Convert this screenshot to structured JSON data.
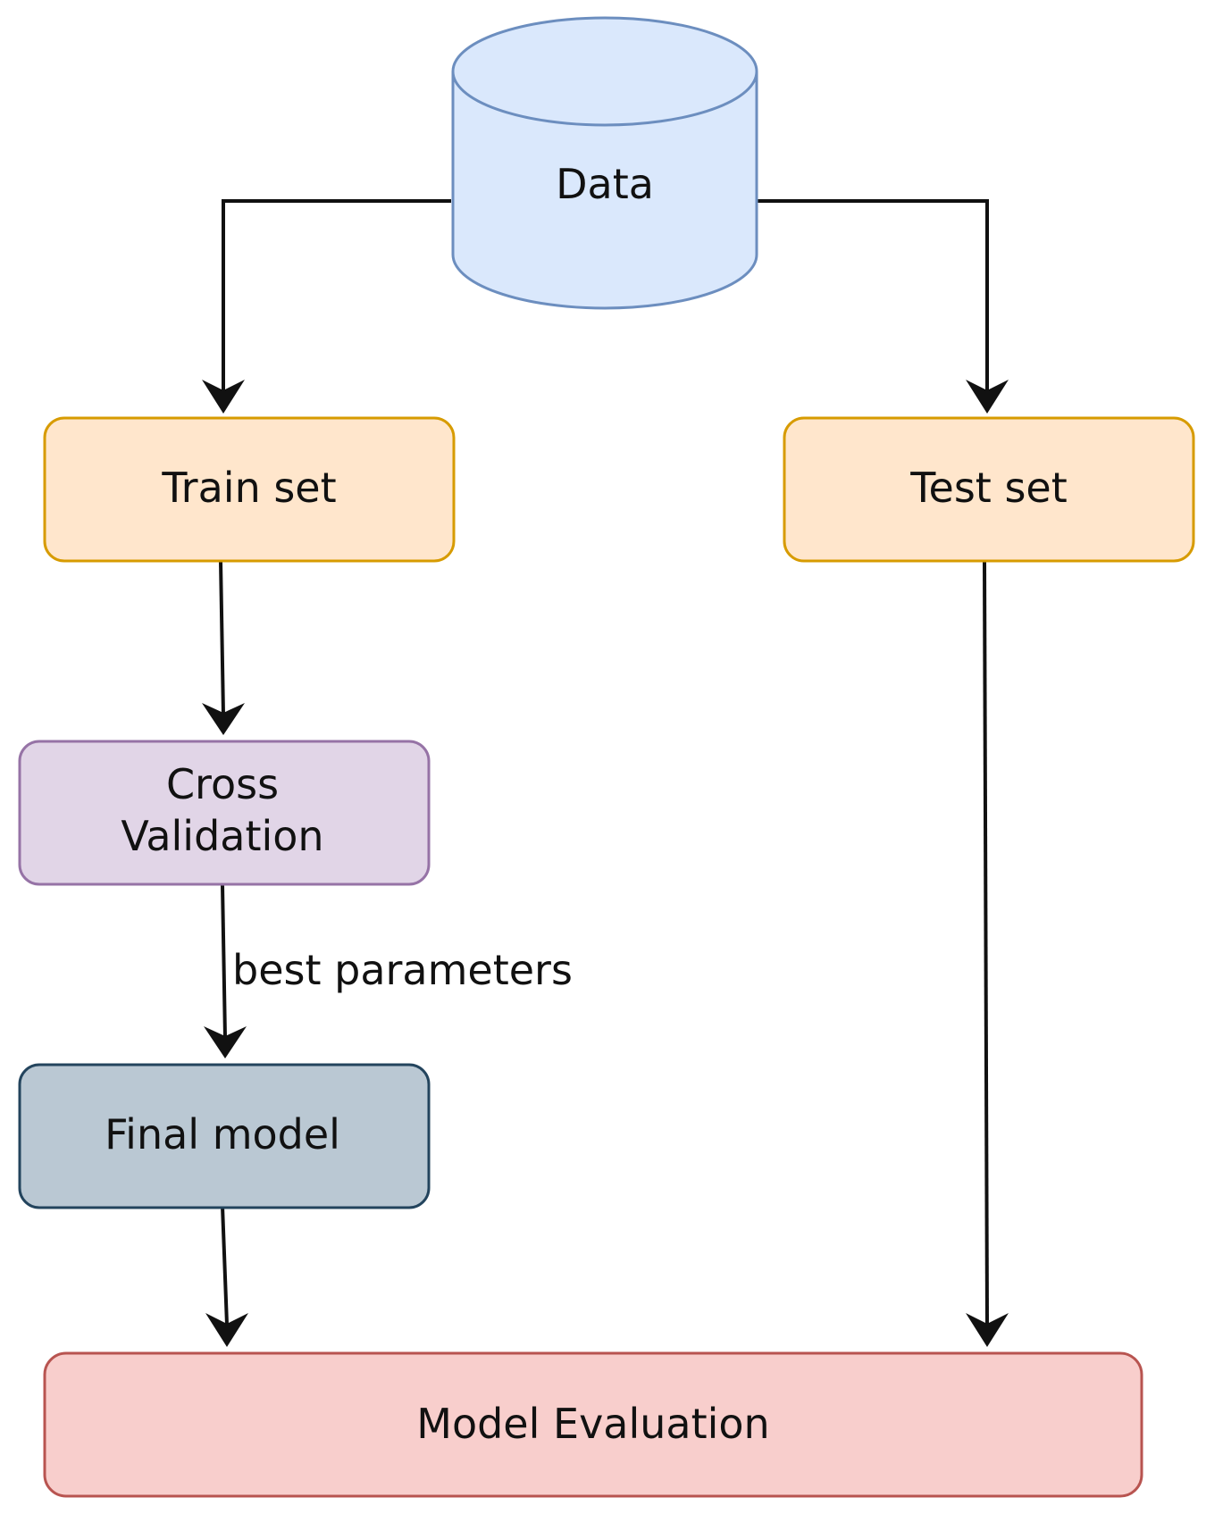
{
  "diagram": {
    "nodes": {
      "data": {
        "label": "Data",
        "fill": "#dae8fc",
        "stroke": "#6c8ebf"
      },
      "train": {
        "label": "Train set",
        "fill": "#ffe6cc",
        "stroke": "#d79b00"
      },
      "test": {
        "label": "Test set",
        "fill": "#ffe6cc",
        "stroke": "#d79b00"
      },
      "cross": {
        "label_line1": "Cross",
        "label_line2": "Validation",
        "fill": "#e1d5e7",
        "stroke": "#9673a6"
      },
      "final": {
        "label": "Final model",
        "fill": "#bac8d3",
        "stroke": "#23445d"
      },
      "eval": {
        "label": "Model Evaluation",
        "fill": "#f8cecc",
        "stroke": "#b85450"
      }
    },
    "edges": {
      "cross_to_final": {
        "label": "best parameters"
      }
    }
  }
}
